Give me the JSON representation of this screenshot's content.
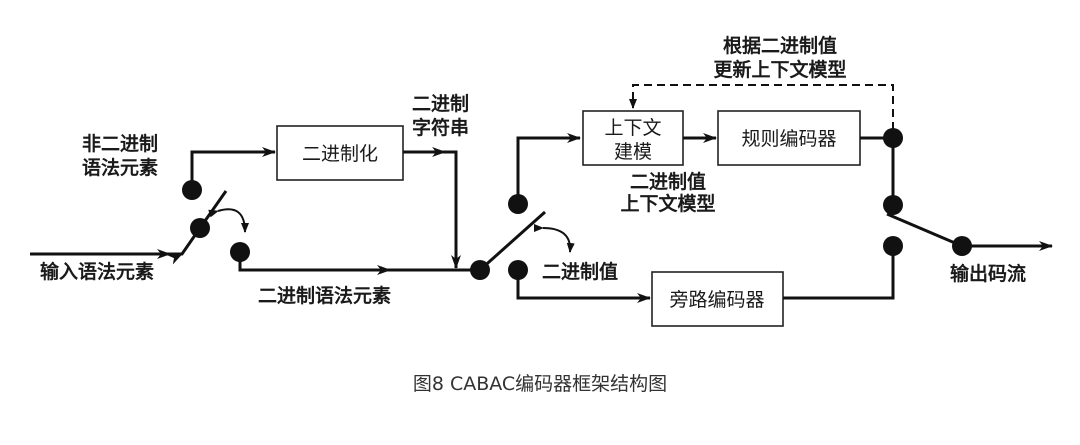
{
  "diagram": {
    "input_label": "输入语法元素",
    "non_binary_label": [
      "非二进制",
      "语法元素"
    ],
    "binary_syntax_label": "二进制语法元素",
    "binary_string_label": [
      "二进制",
      "字符串"
    ],
    "binarizer_box": "二进制化",
    "context_box": [
      "上下文",
      "建模"
    ],
    "regular_box": "规则编码器",
    "bypass_box": "旁路编码器",
    "bin_context_label": [
      "二进制值",
      "上下文模型"
    ],
    "update_label": [
      "根据二进制值",
      "更新上下文模型"
    ],
    "bin_value_label": "二进制值",
    "output_label": "输出码流"
  },
  "caption": "图8 CABAC编码器框架结构图"
}
